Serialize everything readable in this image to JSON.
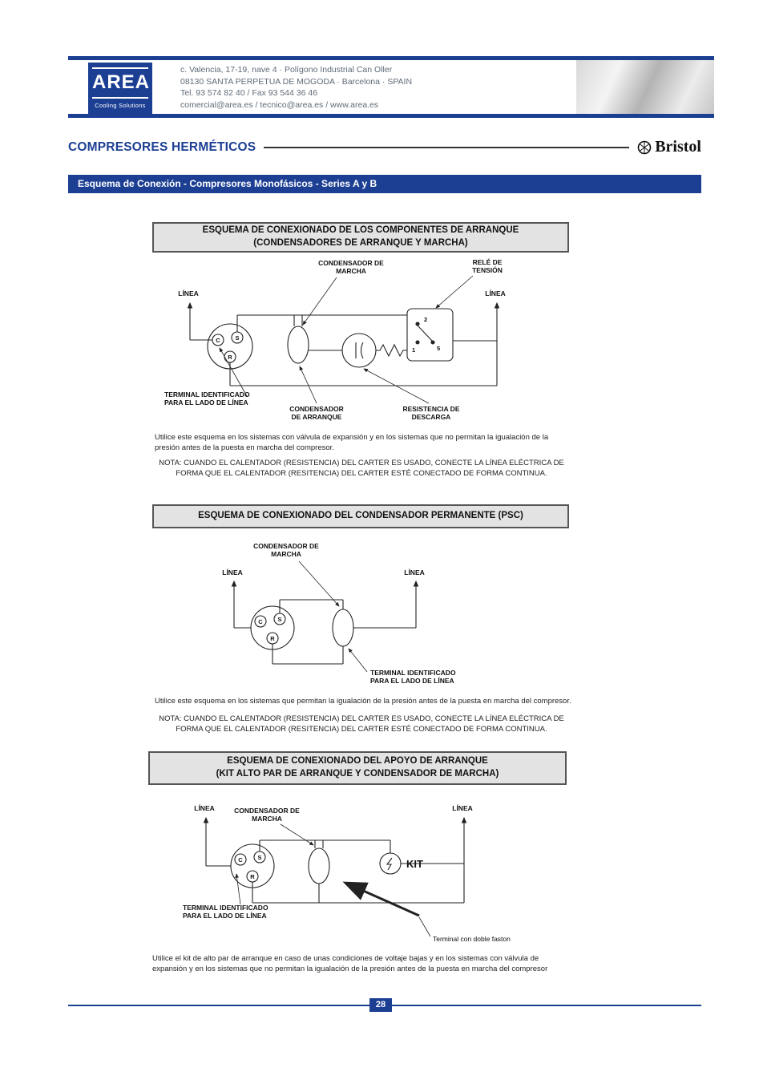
{
  "accent_color": "#1c3f94",
  "header": {
    "logo": {
      "name": "AREA",
      "tagline": "Cooling Solutions"
    },
    "address": [
      "c. Valencia, 17-19, nave 4 · Polígono Industrial Can Oller",
      "08130 SANTA PERPETUA DE MOGODA · Barcelona · SPAIN",
      "Tel. 93 574 82 40 / Fax 93 544 36 46",
      "comercial@area.es / tecnico@area.es / www.area.es"
    ]
  },
  "title": {
    "text": "COMPRESORES HERMÉTICOS",
    "brand": "Bristol"
  },
  "banner": "Esquema de Conexión -  Compresores Monofásicos  -  Series A y B",
  "sections": {
    "s1": {
      "title1": "ESQUEMA DE CONEXIONADO DE LOS COMPONENTES DE ARRANQUE",
      "title2": "(CONDENSADORES DE ARRANQUE Y MARCHA)",
      "body": "Utilice este esquema en los sistemas con válvula de expansión y en los sistemas que no permitan la igualación de la presión antes de la puesta en marcha del compresor.",
      "nota": "NOTA: CUANDO EL CALENTADOR (RESISTENCIA) DEL CARTER ES USADO, CONECTE LA LÍNEA ELÉCTRICA DE FORMA QUE EL CALENTADOR (RESITENCIA) DEL CARTER ESTÉ CONECTADO DE FORMA CONTINUA.",
      "diagram": {
        "cond_marcha1": "CONDENSADOR DE",
        "cond_marcha2": "MARCHA",
        "rele1": "RELÉ DE",
        "rele2": "TENSIÓN",
        "linea": "LÍNEA",
        "terminal1": "TERMINAL IDENTIFICADO",
        "terminal2": "PARA EL LADO DE LÍNEA",
        "cond_arr1": "CONDENSADOR",
        "cond_arr2": "DE ARRANQUE",
        "resist1": "RESISTENCIA DE",
        "resist2": "DESCARGA",
        "term_c": "C",
        "term_s": "S",
        "term_r": "R",
        "relay2": "2",
        "relay1": "1",
        "relay5": "5"
      }
    },
    "s2": {
      "title1": "ESQUEMA DE CONEXIONADO DEL CONDENSADOR PERMANENTE (PSC)",
      "body": "Utilice este esquema en los sistemas que permitan la igualación de la presión antes de la puesta en marcha del compresor.",
      "nota": "NOTA: CUANDO EL CALENTADOR (RESISTENCIA) DEL CARTER ES USADO, CONECTE LA LÍNEA ELÉCTRICA DE FORMA QUE EL CALENTADOR (RESITENCIA) DEL CARTER ESTÉ CONECTADO DE FORMA CONTINUA.",
      "diagram": {
        "cond_marcha1": "CONDENSADOR DE",
        "cond_marcha2": "MARCHA",
        "linea": "LÍNEA",
        "terminal1": "TERMINAL IDENTIFICADO",
        "terminal2": "PARA EL LADO DE LÍNEA",
        "term_c": "C",
        "term_s": "S",
        "term_r": "R"
      }
    },
    "s3": {
      "title1": "ESQUEMA DE CONEXIONADO DEL APOYO DE ARRANQUE",
      "title2": "(KIT ALTO PAR DE ARRANQUE Y CONDENSADOR DE MARCHA)",
      "body": "Utilice el kit de alto par de arranque en caso de unas condiciones de voltaje bajas y en los sistemas con válvula de expansión y en los sistemas que no permitan la igualación de la presión antes de la puesta en marcha del compresor",
      "diagram": {
        "cond_marcha1": "CONDENSADOR DE",
        "cond_marcha2": "MARCHA",
        "linea": "LÍNEA",
        "kit": "KIT",
        "terminal1": "TERMINAL IDENTIFICADO",
        "terminal2": "PARA EL LADO DE LÍNEA",
        "faston": "Terminal con doble faston",
        "term_c": "C",
        "term_s": "S",
        "term_r": "R"
      }
    }
  },
  "footer": {
    "page_number": "28"
  }
}
